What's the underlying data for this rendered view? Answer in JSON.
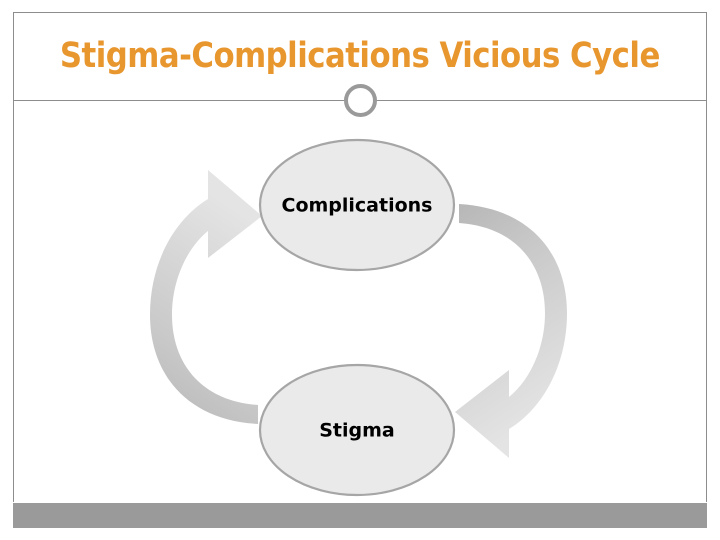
{
  "slide": {
    "title": "Stigma-Complications Vicious Cycle",
    "title_color": "#E8962E",
    "background_color": "#FFFFFF",
    "accent_bar_color": "#9A9A9A",
    "frame_line_color": "#8D8D8D"
  },
  "divider": {
    "ring_color": "#9A9A9A",
    "line_color": "#8D8D8D"
  },
  "diagram": {
    "type": "cycle",
    "node_fill": "#EAEAEA",
    "node_stroke": "#A6A6A6",
    "arrow_dark": "#ADADAD",
    "arrow_light": "#E4E4E4",
    "nodes": [
      {
        "id": "complications",
        "label": "Complications"
      },
      {
        "id": "stigma",
        "label": "Stigma"
      }
    ],
    "arrows": [
      {
        "id": "stigma-to-complications",
        "from": "stigma",
        "to": "complications",
        "side": "left"
      },
      {
        "id": "complications-to-stigma",
        "from": "complications",
        "to": "stigma",
        "side": "right"
      }
    ]
  }
}
